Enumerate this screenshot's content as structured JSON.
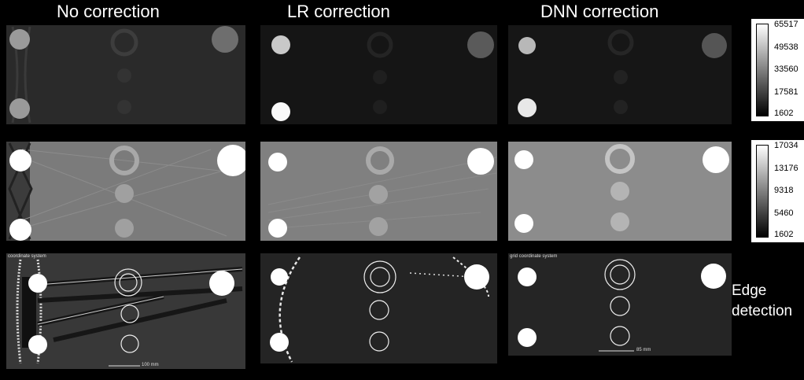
{
  "columns": [
    "No correction",
    "LR correction",
    "DNN correction"
  ],
  "rows": [
    {
      "type": "image",
      "name": "reconstruction-row-1"
    },
    {
      "type": "image",
      "name": "reconstruction-row-2"
    },
    {
      "type": "edge",
      "name": "edge-detection-row"
    }
  ],
  "colorbar_top": {
    "ticks": [
      "65517",
      "49538",
      "33560",
      "17581",
      "1602"
    ]
  },
  "colorbar_mid": {
    "ticks": [
      "17034",
      "13176",
      "9318",
      "5460",
      "1602"
    ]
  },
  "edge_label": "Edge detection",
  "overlay": {
    "coord_left": "coordinate system",
    "coord_right": "grid coordinate system",
    "scale_left": "100 mm",
    "scale_right": "85 mm"
  }
}
